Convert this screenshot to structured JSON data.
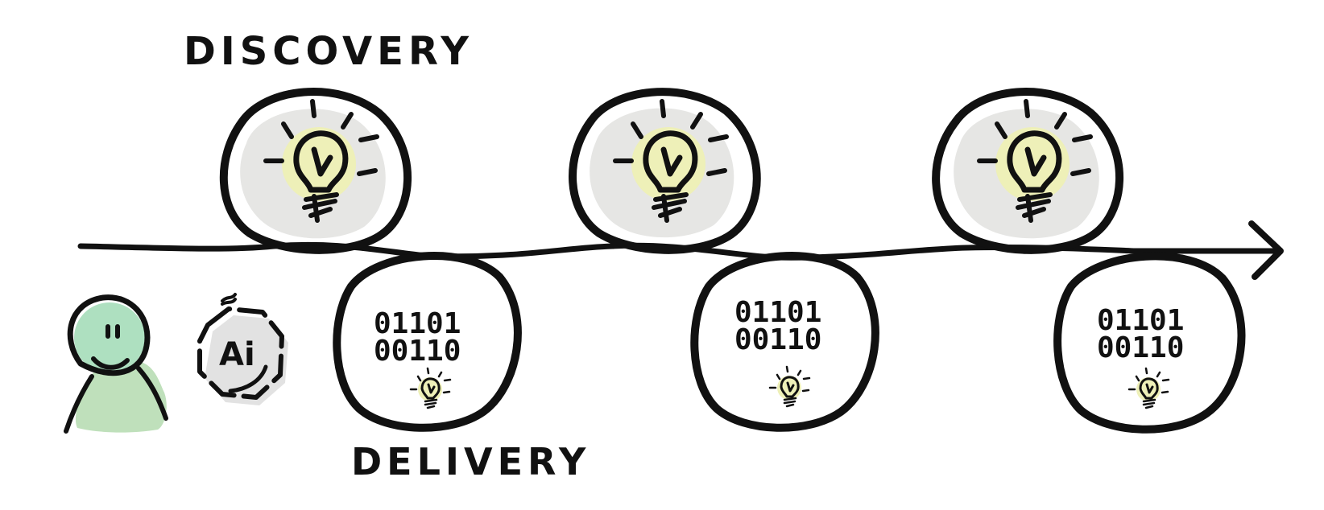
{
  "labels": {
    "discovery": "DISCOVERY",
    "delivery": "DELIVERY"
  },
  "delivery_bubble": {
    "bits_line1": "01101",
    "bits_line2": "00110"
  },
  "ai_badge": {
    "text": "Ai"
  },
  "icons": {
    "person": "person-icon",
    "ai": "ai-chip-icon",
    "idea": "lightbulb-icon",
    "arrow": "arrow-right-icon"
  },
  "colors": {
    "ink": "#111111",
    "bubble_fill": "#e6e6e4",
    "bulb_glow": "#eef0b8",
    "person": "#bfe0bb",
    "person_head": "#aee0c0",
    "ai_fill": "#e2e2e2"
  }
}
